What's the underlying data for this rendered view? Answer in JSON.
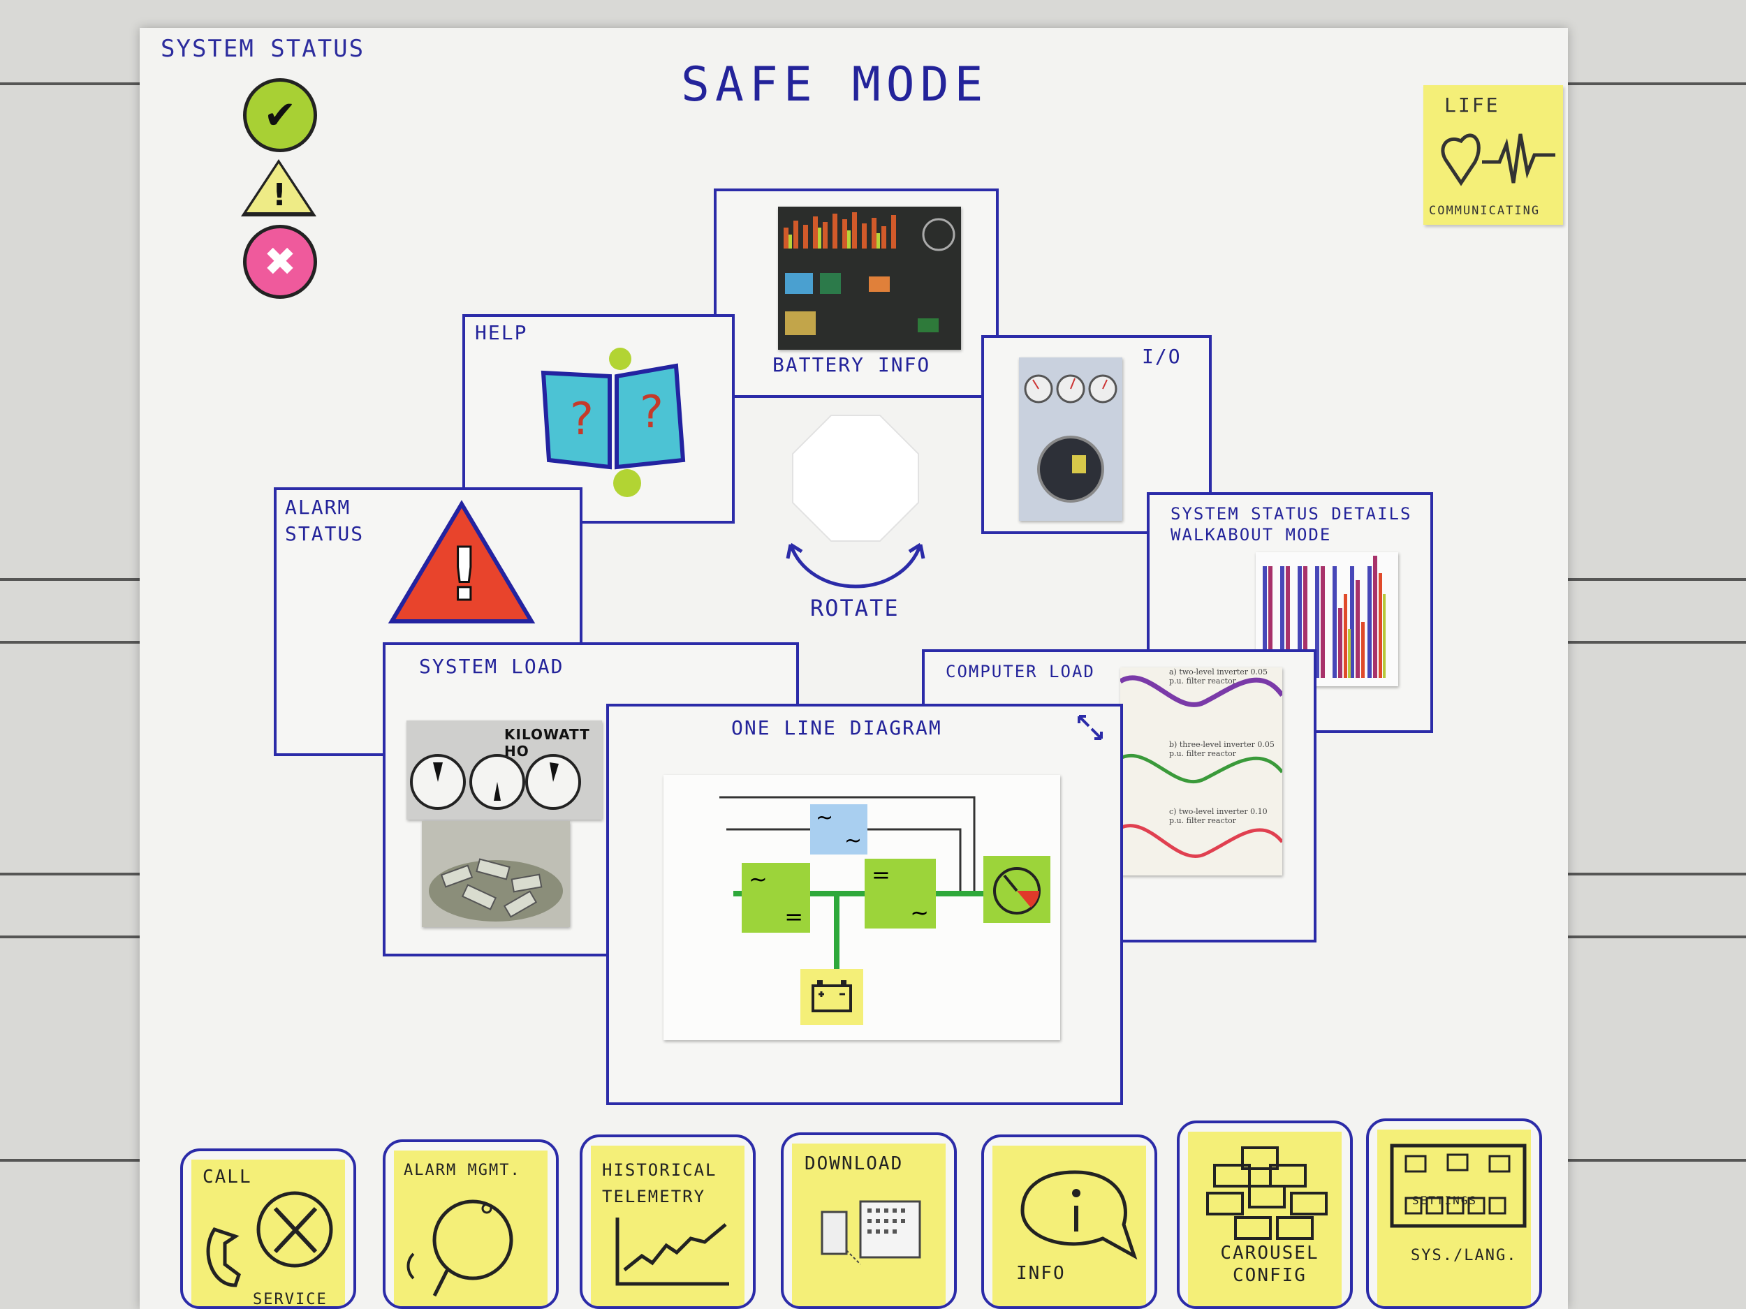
{
  "poster": {
    "title": "SAFE MODE",
    "system_status": {
      "label": "SYSTEM STATUS",
      "ok_glyph": "✔",
      "warn_glyph": "!",
      "error_glyph": "✖"
    },
    "life": {
      "title": "LIFE",
      "status": "COMMUNICATING"
    },
    "rotate_label": "ROTATE"
  },
  "cards": {
    "battery": {
      "label": "BATTERY INFO"
    },
    "help": {
      "label": "HELP",
      "glyph": "?"
    },
    "io": {
      "label": "I/O"
    },
    "alarm": {
      "label": "ALARM STATUS",
      "glyph": "!"
    },
    "details": {
      "label": "SYSTEM STATUS DETAILS WALKABOUT MODE"
    },
    "system_load": {
      "label": "SYSTEM LOAD",
      "meter_text": "KILOWATT HO"
    },
    "computer_load": {
      "label": "COMPUTER LOAD",
      "captions": [
        "a) two-level inverter 0.05 p.u. filter reactor",
        "b) three-level inverter 0.05 p.u. filter reactor",
        "c) two-level inverter 0.10 p.u. filter reactor"
      ]
    },
    "one_line": {
      "label": "ONE LINE DIAGRAM",
      "ac": "~",
      "dc": "="
    }
  },
  "bottom_buttons": [
    {
      "label": "CALL",
      "sub": "SERVICE"
    },
    {
      "label": "ALARM MGMT.",
      "sub": ""
    },
    {
      "label": "HISTORICAL TELEMETRY",
      "sub": ""
    },
    {
      "label": "DOWNLOAD",
      "sub": ""
    },
    {
      "label": "INFO",
      "sub": ""
    },
    {
      "label": "CAROUSEL CONFIG",
      "sub": ""
    },
    {
      "label": "SETTINGS",
      "sub": "SYS./LANG."
    }
  ]
}
